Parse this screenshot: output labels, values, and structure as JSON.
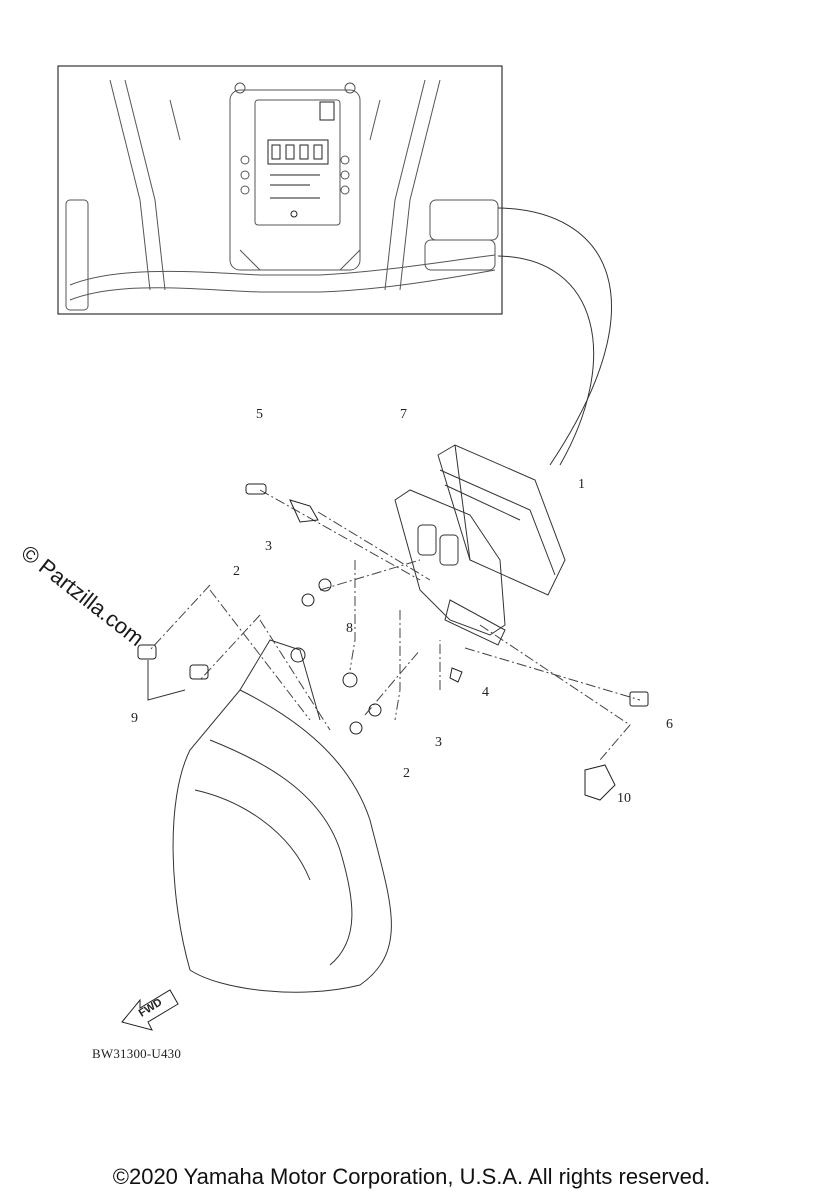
{
  "diagram": {
    "callouts": [
      "1",
      "2",
      "2",
      "3",
      "3",
      "4",
      "5",
      "6",
      "7",
      "8",
      "9",
      "10"
    ],
    "fwd_label": "FWD",
    "drawing_code": "BW31300-U430",
    "watermark": "© Partzilla.com",
    "copyright": "©2020 Yamaha Motor Corporation, U.S.A. All rights reserved."
  }
}
